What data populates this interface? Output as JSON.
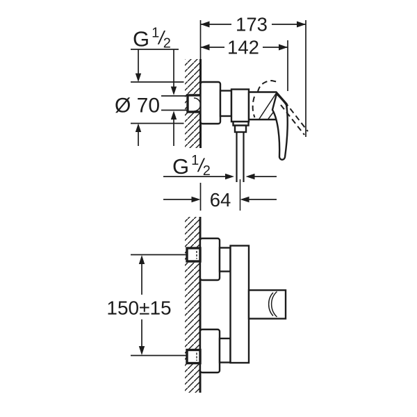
{
  "drawing": {
    "background": "#ffffff",
    "line_color": "#1c1c1c",
    "side_view": {
      "dim_total_depth": "173",
      "dim_body_depth": "142",
      "thread_top": {
        "g": "G",
        "num": "1",
        "slash": "/",
        "den": "2"
      },
      "dim_escutcheon_diameter": "Ø 70",
      "thread_hose": {
        "g": "G",
        "num": "1",
        "slash": "/",
        "den": "2"
      },
      "dim_hose_offset": "64"
    },
    "front_view": {
      "dim_connection_spacing": "150±15"
    }
  }
}
